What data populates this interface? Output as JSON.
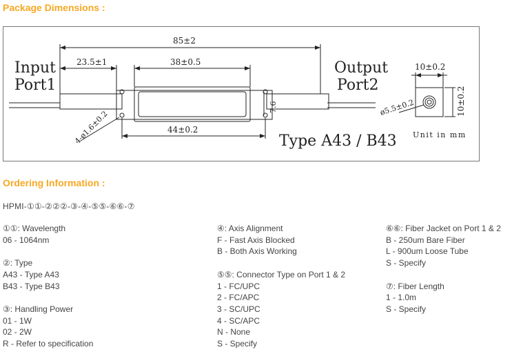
{
  "headings": {
    "package": "Package Dimensions :",
    "ordering": "Ordering Information :"
  },
  "drawing": {
    "input_line1": "Input",
    "input_line2": "Port1",
    "output_line1": "Output",
    "output_line2": "Port2",
    "dim_total": "85±2",
    "dim_left": "23.5±1",
    "dim_body": "38±0.5",
    "dim_height": "7.6",
    "dim_holes": "44±0.2",
    "dim_hole_dia": "4-ø1.6±0.2",
    "dim_end_width": "10±0.2",
    "dim_end_height": "10±0.2",
    "dim_end_dia": "ø5.5±0.2",
    "type_label": "Type A43 / B43",
    "unit_label": "Unit in mm"
  },
  "ordering": {
    "code": "HPMI-①①-②②②-③-④-⑤⑤-⑥⑥-⑦",
    "col1": [
      "①①: Wavelength",
      "06 - 1064nm",
      "",
      "②: Type",
      "A43 - Type A43",
      "B43 - Type B43",
      "",
      "③: Handling Power",
      "01 - 1W",
      "02 - 2W",
      "R - Refer to specification"
    ],
    "col2": [
      "④: Axis Alignment",
      "F - Fast Axis Blocked",
      "B - Both Axis Working",
      "",
      "⑤⑤: Connector Type on Port 1 & 2",
      "1 - FC/UPC",
      "2 - FC/APC",
      "3 - SC/UPC",
      "4 - SC/APC",
      "N - None",
      "S - Specify"
    ],
    "col3": [
      "⑥⑥: Fiber Jacket on Port 1 & 2",
      "B - 250um Bare Fiber",
      "L - 900um Loose Tube",
      "S - Specify",
      "",
      "⑦: Fiber Length",
      "1 - 1.0m",
      "S - Specify"
    ]
  }
}
